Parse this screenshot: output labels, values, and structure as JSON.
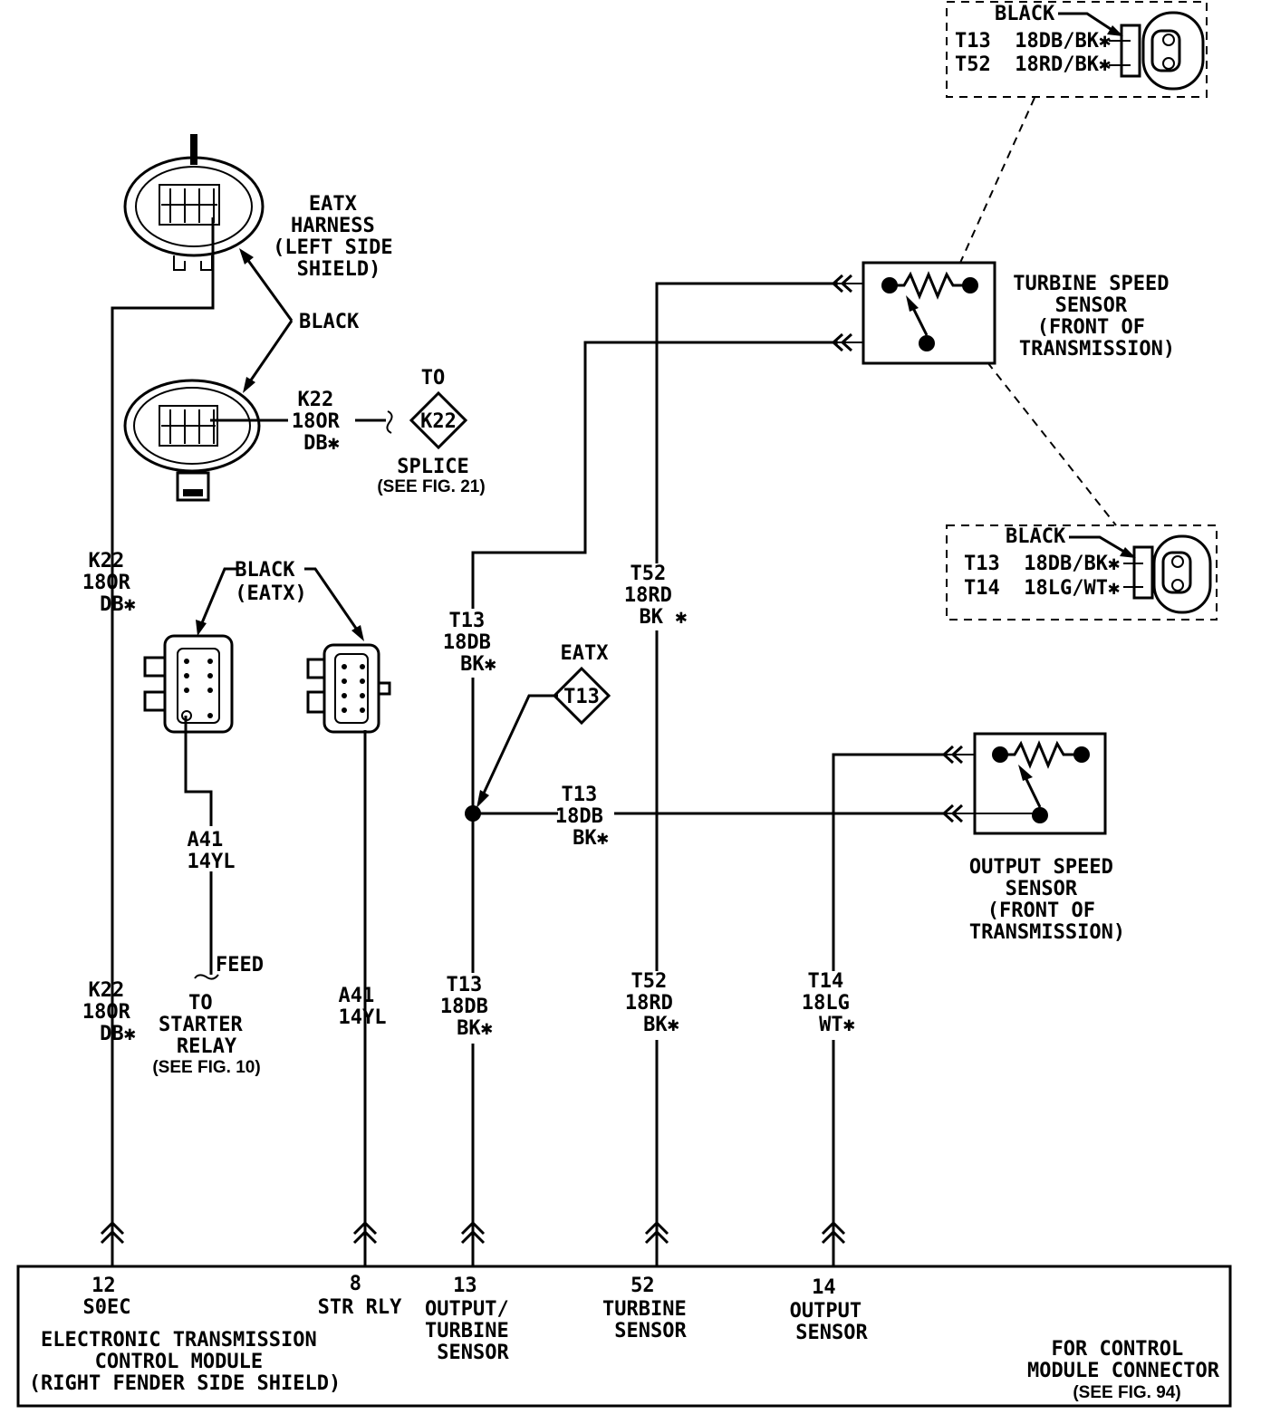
{
  "connectors": {
    "eatx_harness": {
      "lines": [
        "EATX",
        "HARNESS",
        "(LEFT SIDE",
        "SHIELD)"
      ],
      "color_label": "BLACK"
    },
    "k22_splice": {
      "wire_lines": [
        "K22",
        "18OR",
        "DB✱"
      ],
      "to_label": "TO",
      "diamond": "K22",
      "splice_lines": [
        "SPLICE",
        "(SEE FIG. 21)"
      ]
    },
    "top_right_connector": {
      "color": "BLACK",
      "lines": [
        "T13  18DB/BK✱",
        "T52  18RD/BK✱"
      ]
    },
    "mid_right_connector": {
      "color": "BLACK",
      "lines": [
        "T13  18DB/BK✱",
        "T14  18LG/WT✱"
      ]
    },
    "black_eatx": {
      "lines": [
        "BLACK",
        "(EATX)"
      ]
    },
    "eatx_t13": {
      "label": "EATX",
      "diamond": "T13"
    }
  },
  "sensors": {
    "turbine": {
      "lines": [
        "TURBINE SPEED",
        "SENSOR",
        "(FRONT OF",
        "TRANSMISSION)"
      ]
    },
    "output": {
      "lines": [
        "OUTPUT SPEED",
        "SENSOR",
        "(FRONT OF",
        "TRANSMISSION)"
      ]
    }
  },
  "wire_labels": {
    "k22_upper": [
      "K22",
      "18OR",
      "DB✱"
    ],
    "k22_lower": [
      "K22",
      "18OR",
      "DB✱"
    ],
    "a41_feed": [
      "A41",
      "14YL"
    ],
    "a41_lower": [
      "A41",
      "14YL"
    ],
    "feed": "FEED",
    "starter_relay": [
      "TO",
      "STARTER",
      "RELAY",
      "(SEE FIG. 10)"
    ],
    "t13_upper": [
      "T13",
      "18DB",
      "BK✱"
    ],
    "t13_mid": [
      "T13",
      "18DB",
      "BK✱"
    ],
    "t13_lower": [
      "T13",
      "18DB",
      "BK✱"
    ],
    "t52_upper": [
      "T52",
      "18RD",
      "BK ✱"
    ],
    "t52_lower": [
      "T52",
      "18RD",
      "BK✱"
    ],
    "t14_lower": [
      "T14",
      "18LG",
      "WT✱"
    ]
  },
  "module": {
    "pins": [
      {
        "lines": [
          "12",
          "S0EC"
        ]
      },
      {
        "lines": [
          "8",
          "STR RLY"
        ]
      },
      {
        "lines": [
          "13",
          "OUTPUT/",
          "TURBINE",
          "SENSOR"
        ]
      },
      {
        "lines": [
          "52",
          "TURBINE",
          "SENSOR"
        ]
      },
      {
        "lines": [
          "14",
          "OUTPUT",
          "SENSOR"
        ]
      }
    ],
    "title_lines": [
      "ELECTRONIC TRANSMISSION",
      "CONTROL MODULE",
      "(RIGHT FENDER SIDE SHIELD)"
    ],
    "connector_note": [
      "FOR CONTROL",
      "MODULE CONNECTOR",
      "(SEE FIG. 94)"
    ]
  }
}
